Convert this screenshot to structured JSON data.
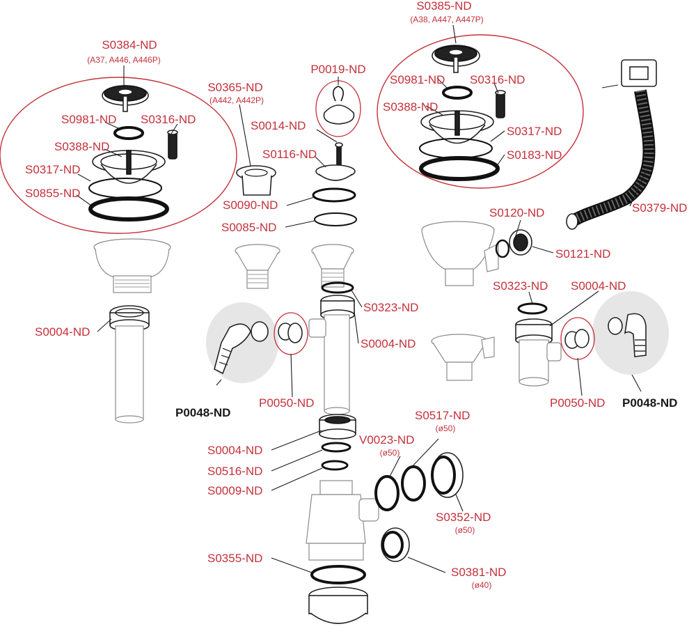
{
  "colors": {
    "label": "#c4303a",
    "bold_label": "#1a1a1a",
    "line": "#1a1a1a",
    "highlight": "#e6e6e6"
  },
  "labels": {
    "s0384": "S0384-ND",
    "s0384_sub": "(A37, A446, A446P)",
    "s0981_left": "S0981-ND",
    "s0316_left": "S0316-ND",
    "s0388_left": "S0388-ND",
    "s0317_left": "S0317-ND",
    "s0855": "S0855-ND",
    "s0004_left": "S0004-ND",
    "s0365": "S0365-ND",
    "s0365_sub": "(A442, A442P)",
    "p0019": "P0019-ND",
    "s0014": "S0014-ND",
    "s0116": "S0116-ND",
    "s0090": "S0090-ND",
    "s0085": "S0085-ND",
    "s0323_center": "S0323-ND",
    "s0004_center": "S0004-ND",
    "p0050_left": "P0050-ND",
    "p0048_left": "P0048-ND",
    "s0385": "S0385-ND",
    "s0385_sub": "(A38, A447, A447P)",
    "s0981_right": "S0981-ND",
    "s0316_right": "S0316-ND",
    "s0388_right": "S0388-ND",
    "s0317_right": "S0317-ND",
    "s0183": "S0183-ND",
    "s0379": "S0379-ND",
    "s0120": "S0120-ND",
    "s0121": "S0121-ND",
    "s0323_right": "S0323-ND",
    "s0004_right": "S0004-ND",
    "p0050_right": "P0050-ND",
    "p0048_right": "P0048-ND",
    "s0004_lower": "S0004-ND",
    "s0516": "S0516-ND",
    "s0009": "S0009-ND",
    "v0023": "V0023-ND",
    "v0023_sub": "(ø50)",
    "s0517": "S0517-ND",
    "s0517_sub": "(ø50)",
    "s0352": "S0352-ND",
    "s0352_sub": "(ø50)",
    "s0355": "S0355-ND",
    "s0381": "S0381-ND",
    "s0381_sub": "(ø40)"
  }
}
